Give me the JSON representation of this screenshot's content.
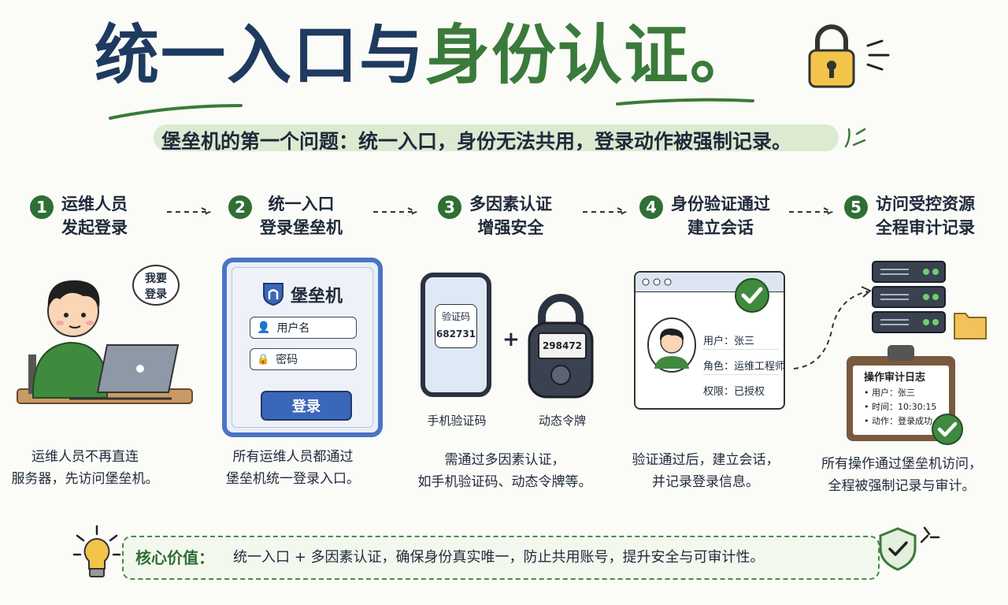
{
  "title": {
    "part1": "统一入口与",
    "part2": "身份认证",
    "end": "。"
  },
  "subtitle": "堡垒机的第一个问题：统一入口，身份无法共用，登录动作被强制记录。",
  "steps": [
    {
      "num": "1",
      "line1": "运维人员",
      "line2": "发起登录"
    },
    {
      "num": "2",
      "line1": "统一入口",
      "line2": "登录堡垒机"
    },
    {
      "num": "3",
      "line1": "多因素认证",
      "line2": "增强安全"
    },
    {
      "num": "4",
      "line1": "身份验证通过",
      "line2": "建立会话"
    },
    {
      "num": "5",
      "line1": "访问受控资源",
      "line2": "全程审计记录"
    }
  ],
  "speech": {
    "line1": "我要",
    "line2": "登录"
  },
  "login": {
    "title": "堡垒机",
    "username": "用户名",
    "password": "密码",
    "button": "登录"
  },
  "mfa": {
    "sms_title": "验证码",
    "sms_code": "682731",
    "token_code": "298472",
    "plus": "+",
    "phone_label": "手机验证码",
    "token_label": "动态令牌"
  },
  "session": {
    "user": "用户：张三",
    "role": "角色：运维工程师",
    "perm": "权限：已授权"
  },
  "audit": {
    "title": "操作审计日志",
    "user": "• 用户：张三",
    "time": "• 时间：10:30:15",
    "action": "• 动作：登录成功"
  },
  "captions": [
    {
      "line1": "运维人员不再直连",
      "line2": "服务器，先访问堡垒机。"
    },
    {
      "line1": "所有运维人员都通过",
      "line2": "堡垒机统一登录入口。"
    },
    {
      "line1": "需通过多因素认证，",
      "line2": "如手机验证码、动态令牌等。"
    },
    {
      "line1": "验证通过后，建立会话，",
      "line2": "并记录登录信息。"
    },
    {
      "line1": "所有操作通过堡垒机访问，",
      "line2": "全程被强制记录与审计。"
    }
  ],
  "core": {
    "label": "核心价值：",
    "text": "统一入口 + 多因素认证，确保身份真实唯一，防止共用账号，提升安全与可审计性。"
  },
  "colors": {
    "navy": "#1e3a5f",
    "green": "#3a7a3a",
    "blue": "#3b67b8",
    "highlight": "#dcead2"
  }
}
